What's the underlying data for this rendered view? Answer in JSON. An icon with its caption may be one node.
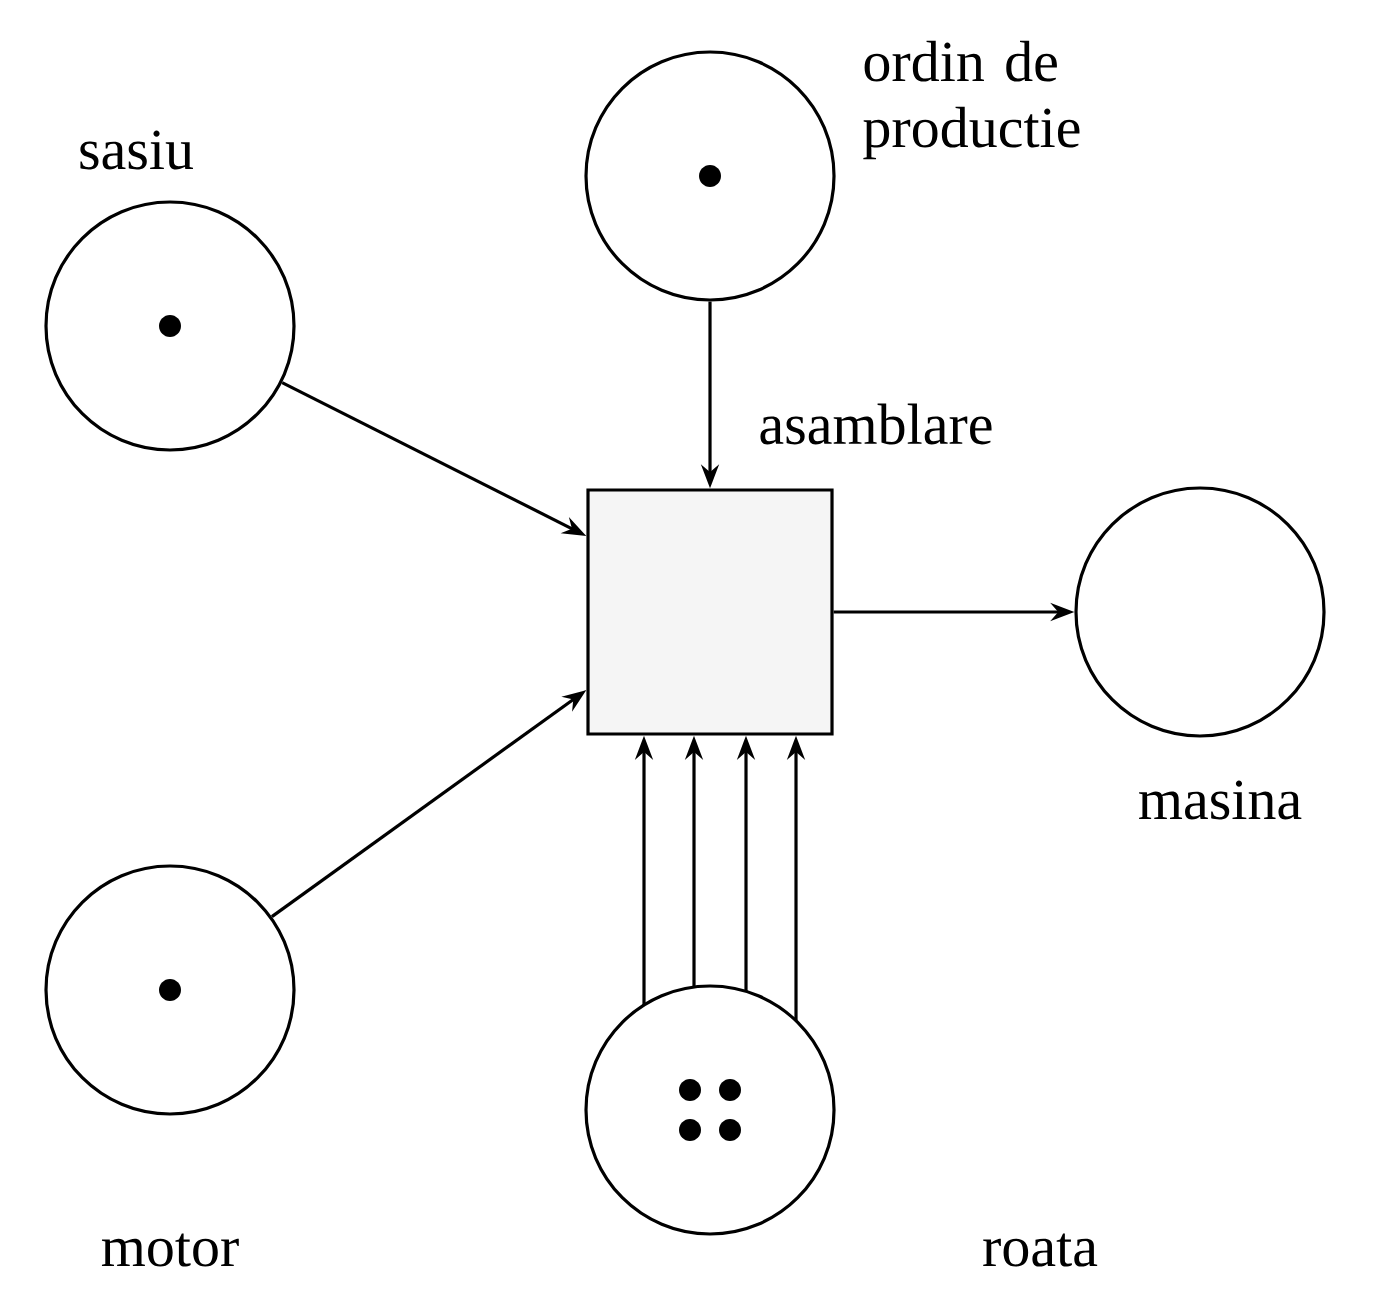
{
  "diagram": {
    "nodes": [
      {
        "text": [
          "sasiu"
        ]
      },
      {
        "text": [
          "ordin de productie"
        ]
      },
      {
        "text": [
          "asamblare"
        ]
      },
      {
        "text": [
          "masina"
        ]
      },
      {
        "text": [
          "motor"
        ]
      },
      {
        "text": [
          "roata"
        ]
      }
    ],
    "edges": [
      {
        "from": 0,
        "to": 2,
        "arrow": "to"
      },
      {
        "from": 1,
        "to": 2,
        "arrow": "to"
      },
      {
        "from": 4,
        "to": 2,
        "arrow": "to"
      },
      {
        "from": 2,
        "to": 3,
        "arrow": "to"
      },
      {
        "from": 5,
        "to": 2,
        "arrow": "to"
      },
      {
        "from": 5,
        "to": 2,
        "arrow": "to"
      },
      {
        "from": 5,
        "to": 2,
        "arrow": "to"
      },
      {
        "from": 5,
        "to": 2,
        "arrow": "to"
      }
    ]
  }
}
